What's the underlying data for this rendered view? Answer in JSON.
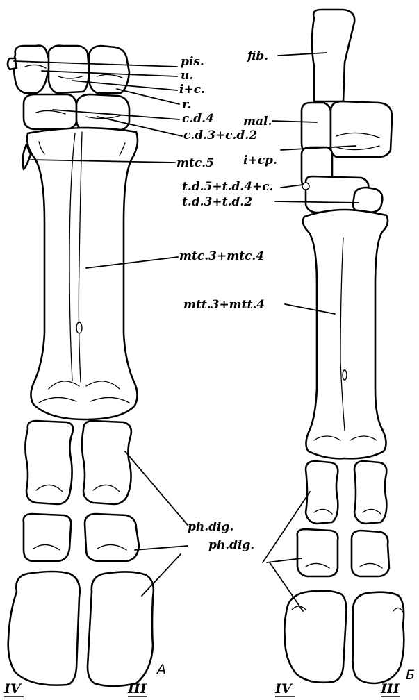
{
  "figure": {
    "panel_a": {
      "letter": "A",
      "labels": {
        "pis": "pis.",
        "u": "u.",
        "ic": "i+c.",
        "r": "r.",
        "cd4": "c.d.4",
        "cd32": "c.d.3+c.d.2",
        "mtc5": "mtc.5",
        "mtc34": "mtc.3+mtc.4",
        "phdig": "ph.dig."
      },
      "digits": [
        "IV",
        "III"
      ]
    },
    "panel_b": {
      "letter": "Б",
      "labels": {
        "fib": "fib.",
        "mal": "mal.",
        "icp": "i+cp.",
        "td54c": "t.d.5+t.d.4+c.",
        "td32": "t.d.3+t.d.2",
        "mtt34": "mtt.3+mtt.4",
        "phdig": "ph.dig."
      },
      "digits": [
        "IV",
        "III"
      ]
    }
  }
}
